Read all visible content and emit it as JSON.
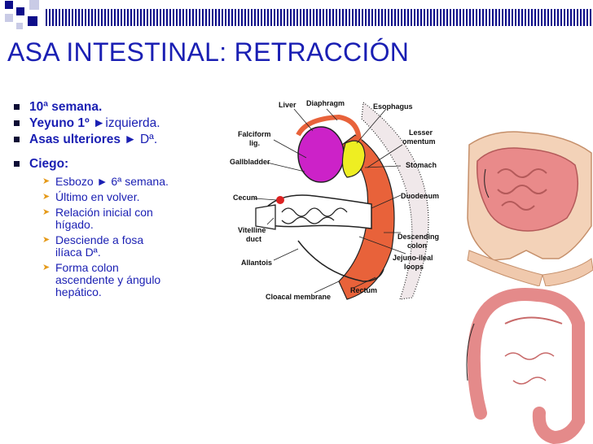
{
  "slide": {
    "title": "ASA INTESTINAL: RETRACCIÓN",
    "colors": {
      "title": "#1a1fb3",
      "bullet_square": "#0d0d35",
      "sub_arrow": "#e59a1a",
      "stripe": "#0d0d8a"
    }
  },
  "bullets": [
    {
      "bold": "10ª semana.",
      "rest": ""
    },
    {
      "bold": "Yeyuno 1º ",
      "rest": "►izquierda."
    },
    {
      "bold": "Asas ulteriores ► ",
      "rest": "Dª."
    }
  ],
  "ciego": {
    "label": "Ciego:",
    "items": [
      "Esbozo ► 6ª semana.",
      "Último en volver.",
      "Relación inicial con\nhígado.",
      "Desciende a fosa\nilíaca Dª.",
      "Forma colon\nascendente y ángulo\nhepático."
    ]
  },
  "diagram_labels": {
    "liver": "Liver",
    "diaphragm": "Diaphragm",
    "esophagus": "Esophagus",
    "falciform": "Falciform",
    "falciform2": "lig.",
    "lesser": "Lesser",
    "omentum": "omentum",
    "gallbladder": "Gallbladder",
    "stomach": "Stomach",
    "cecum": "Cecum",
    "duodenum": "Duodenum",
    "vitelline": "Vitelline",
    "duct": "duct",
    "descending": "Descending",
    "colon": "colon",
    "allantois": "Allantois",
    "jejuno": "Jejuno-ileal",
    "loops": "loops",
    "rectum": "Rectum",
    "cloacal": "Cloacal membrane"
  },
  "icons": [
    "bullet-square-icon",
    "arrow-right-icon"
  ]
}
